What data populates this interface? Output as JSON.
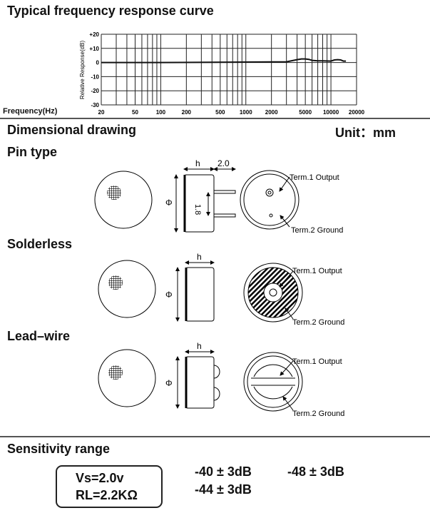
{
  "title": "Typical frequency response curve",
  "chart_data": {
    "type": "line",
    "title": "Typical frequency response curve",
    "xlabel": "Frequency(Hz)",
    "ylabel": "Relative Response(dB)",
    "xscale": "log",
    "xlim": [
      20,
      20000
    ],
    "ylim": [
      -30,
      20
    ],
    "grid": true,
    "x_ticks": [
      "20",
      "50",
      "100",
      "200",
      "500",
      "1000",
      "2000",
      "5000",
      "10000",
      "20000"
    ],
    "y_ticks": [
      "+20",
      "+10",
      "0",
      "-10",
      "-20",
      "-30"
    ],
    "series": [
      {
        "name": "response",
        "x": [
          20,
          100,
          1000,
          3000,
          4000,
          4500,
          5000,
          5500,
          6000,
          7000,
          8000,
          10000,
          11000,
          12000,
          13000,
          14000,
          15000
        ],
        "y": [
          0,
          0,
          0.3,
          0.5,
          2,
          2.5,
          2.5,
          2.2,
          1.5,
          1.2,
          1.2,
          1,
          1.8,
          2,
          1.8,
          1,
          1
        ]
      }
    ]
  },
  "dimensional": {
    "heading": "Dimensional drawing",
    "unit": "Unit：mm",
    "pin_type": {
      "label": "Pin type",
      "h": "h",
      "pin_len": "2.0",
      "pitch": "1.8",
      "dia": "Φ",
      "term1": "Term.1 Output",
      "term2": "Term.2 Ground"
    },
    "solderless": {
      "label": "Solderless",
      "h": "h",
      "dia": "Φ",
      "term1": "Term.1 Output",
      "term2": "Term.2 Ground"
    },
    "lead_wire": {
      "label": "Lead–wire",
      "h": "h",
      "dia": "Φ",
      "term1": "Term.1 Output",
      "term2": "Term.2 Ground"
    }
  },
  "sensitivity": {
    "heading": "Sensitivity range",
    "vs": "Vs=2.0v",
    "rl": "RL=2.2KΩ",
    "values": [
      "-40 ± 3dB",
      "-48 ± 3dB",
      "-44 ± 3dB"
    ]
  }
}
